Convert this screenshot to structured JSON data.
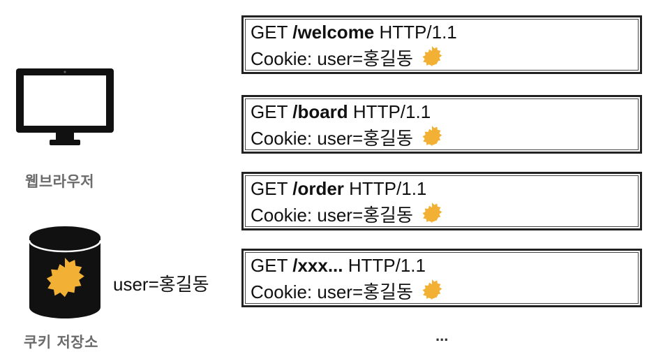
{
  "browser": {
    "label": "웹브라우저",
    "icon": "monitor-icon"
  },
  "cookie_store": {
    "label": "쿠키 저장소",
    "icon": "database-cylinder-icon",
    "stored_value": "user=홍길동"
  },
  "requests": [
    {
      "method": "GET",
      "path": "/welcome",
      "protocol": "HTTP/1.1",
      "cookie": "Cookie: user=홍길동"
    },
    {
      "method": "GET",
      "path": "/board",
      "protocol": "HTTP/1.1",
      "cookie": "Cookie: user=홍길동"
    },
    {
      "method": "GET",
      "path": "/order",
      "protocol": "HTTP/1.1",
      "cookie": "Cookie: user=홍길동"
    },
    {
      "method": "GET",
      "path": "/xxx...",
      "protocol": "HTTP/1.1",
      "cookie": "Cookie: user=홍길동"
    }
  ],
  "more": "...",
  "colors": {
    "cookie_sun": "#f2b134",
    "monitor": "#111111",
    "cylinder": "#111111",
    "label_gray": "#6b6b6b"
  }
}
